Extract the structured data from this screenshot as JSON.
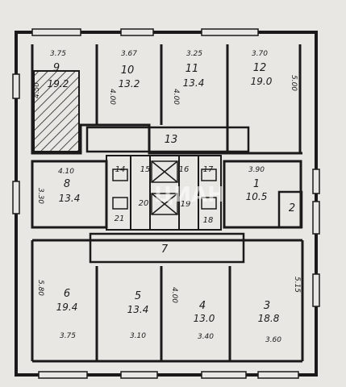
{
  "plan": {
    "rooms": [
      {
        "number": "1",
        "area": "10.5"
      },
      {
        "number": "2",
        "area": ""
      },
      {
        "number": "3",
        "area": "18.8"
      },
      {
        "number": "4",
        "area": "13.0"
      },
      {
        "number": "5",
        "area": "13.4"
      },
      {
        "number": "6",
        "area": "19.4"
      },
      {
        "number": "7",
        "area": ""
      },
      {
        "number": "8",
        "area": "13.4"
      },
      {
        "number": "9",
        "area": "19.2"
      },
      {
        "number": "10",
        "area": "13.2"
      },
      {
        "number": "11",
        "area": "13.4"
      },
      {
        "number": "12",
        "area": "19.0"
      },
      {
        "number": "13",
        "area": ""
      },
      {
        "number": "14",
        "area": ""
      },
      {
        "number": "15",
        "area": ""
      },
      {
        "number": "16",
        "area": ""
      },
      {
        "number": "17",
        "area": ""
      },
      {
        "number": "18",
        "area": ""
      },
      {
        "number": "19",
        "area": ""
      },
      {
        "number": "20",
        "area": ""
      },
      {
        "number": "21",
        "area": ""
      }
    ],
    "dimensions": {
      "top": [
        "3.75",
        "3.67",
        "3.25",
        "3.70"
      ],
      "left_room9": "4.50",
      "room10_side": "4.00",
      "room11_side": "4.00",
      "room12_side": "5.00",
      "room8_top": "4.10",
      "room8_side": "3.30",
      "room1_top": "3.90",
      "room6_side": "5.80",
      "room4_side": "4.00",
      "room3_side": "5.15",
      "bottom": [
        "3.75",
        "3.10",
        "3.40",
        "3.60"
      ]
    },
    "watermark": "ЦИАН"
  }
}
